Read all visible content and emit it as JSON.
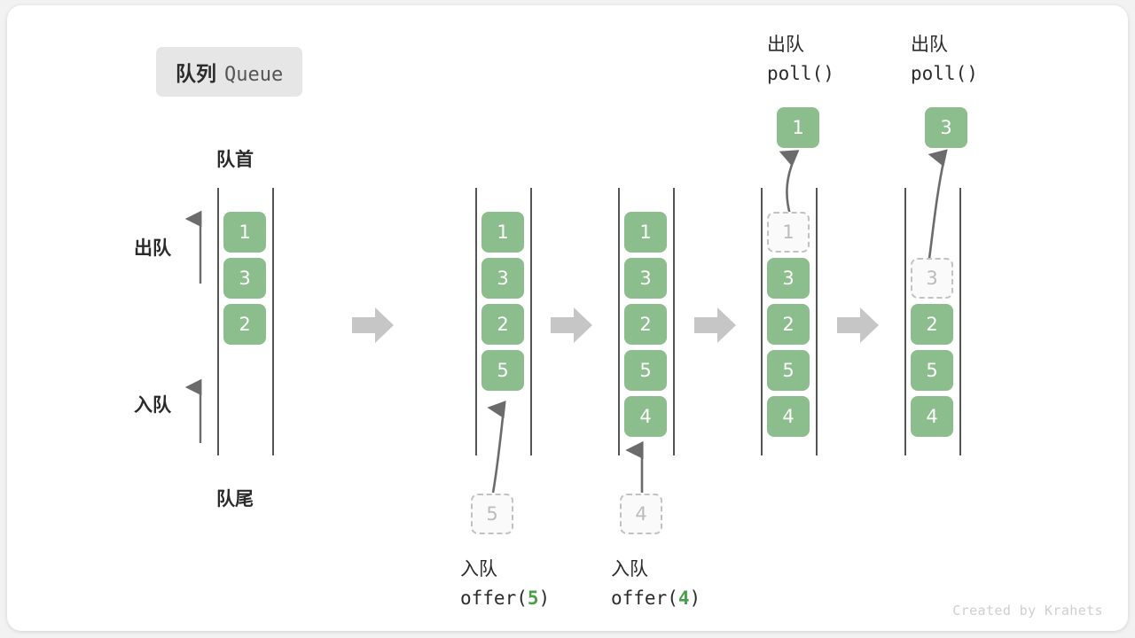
{
  "title": {
    "cn": "队列",
    "en": "Queue"
  },
  "labels": {
    "front": "队首",
    "rear": "队尾",
    "dequeue": "出队",
    "enqueue": "入队"
  },
  "credit": "Created by Krahets",
  "colors": {
    "cell_fill": "#8cbd8c",
    "cell_text": "#ffffff",
    "ghost_border": "#c2c2c2",
    "ghost_text": "#bbbbbb",
    "rail": "#555555",
    "flow_arrow": "#c6c6c6",
    "code_accent": "#4a9e4a",
    "badge_bg": "#e6e6e6",
    "card_bg": "#ffffff",
    "page_bg": "#f2f2f2"
  },
  "stages": [
    {
      "id": "initial",
      "cells": [
        "1",
        "3",
        "2",
        "",
        ""
      ],
      "ghost_index": -1,
      "caption_cn": "",
      "caption_code": "",
      "caption_arg": "",
      "input_box": "",
      "output_box": ""
    },
    {
      "id": "offer-5",
      "cells": [
        "1",
        "3",
        "2",
        "5",
        ""
      ],
      "ghost_index": -1,
      "caption_cn": "入队",
      "caption_code": "offer(",
      "caption_arg": "5",
      "caption_code_end": ")",
      "input_box": "5",
      "output_box": ""
    },
    {
      "id": "offer-4",
      "cells": [
        "1",
        "3",
        "2",
        "5",
        "4"
      ],
      "ghost_index": -1,
      "caption_cn": "入队",
      "caption_code": "offer(",
      "caption_arg": "4",
      "caption_code_end": ")",
      "input_box": "4",
      "output_box": ""
    },
    {
      "id": "poll-1",
      "cells": [
        "1",
        "3",
        "2",
        "5",
        "4"
      ],
      "ghost_index": 0,
      "caption_cn": "出队",
      "caption_code": "poll()",
      "caption_arg": "",
      "caption_code_end": "",
      "input_box": "",
      "output_box": "1"
    },
    {
      "id": "poll-3",
      "cells": [
        "",
        "3",
        "2",
        "5",
        "4"
      ],
      "ghost_index": 1,
      "caption_cn": "出队",
      "caption_code": "poll()",
      "caption_arg": "",
      "caption_code_end": "",
      "input_box": "",
      "output_box": "3"
    }
  ],
  "diagram": {
    "type": "queue-operations",
    "description": "Queue FIFO operations: offer(5), offer(4), poll() returning 1, poll() returning 3",
    "capacity": 5
  }
}
